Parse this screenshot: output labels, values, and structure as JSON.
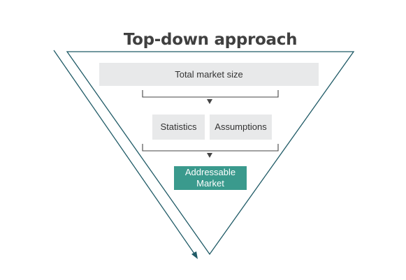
{
  "title": "Top-down approach",
  "boxes": {
    "total": "Total market size",
    "statistics": "Statistics",
    "assumptions": "Assumptions",
    "addressable": "Addressable Market"
  },
  "colors": {
    "outline": "#1f5a66",
    "box_fill": "#e8e9ea",
    "accent": "#3a9a8d",
    "title_text": "#404040",
    "connector": "#444444"
  }
}
